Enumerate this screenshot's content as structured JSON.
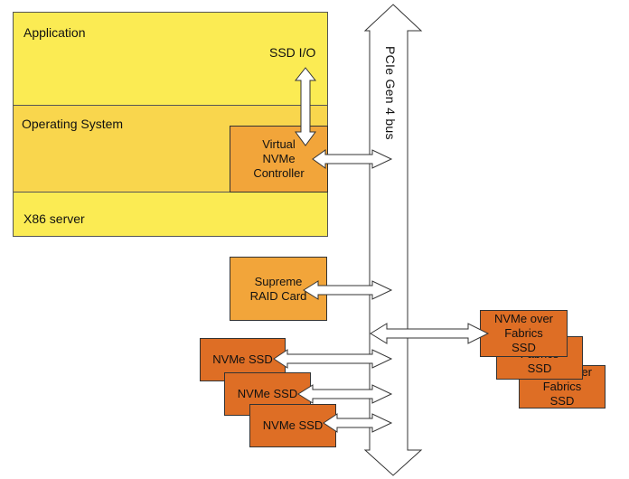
{
  "layers": {
    "application": "Application",
    "operating_system": "Operating System",
    "server": "X86 server"
  },
  "ssd_io": "SSD I/O",
  "virtual_controller": [
    "Virtual",
    "NVMe",
    "Controller"
  ],
  "bus_label": "PCIe Gen 4 bus",
  "raid_card": [
    "Supreme",
    "RAID Card"
  ],
  "nvme_ssds": [
    "NVMe SSD",
    "NVMe SSD",
    "NVMe SSD"
  ],
  "fabrics_front": [
    "NVMe over",
    "Fabrics",
    "SSD"
  ],
  "fabrics_mid": [
    "Fabrics",
    "SSD"
  ],
  "fabrics_back": [
    "ver",
    "Fabrics",
    "SSD"
  ],
  "colors": {
    "application_bg": "#fbeb53",
    "os_bg": "#f9d64d",
    "server_bg": "#fbeb53",
    "controller_bg": "#f2a53a",
    "ssd_bg": "#de6e25"
  }
}
